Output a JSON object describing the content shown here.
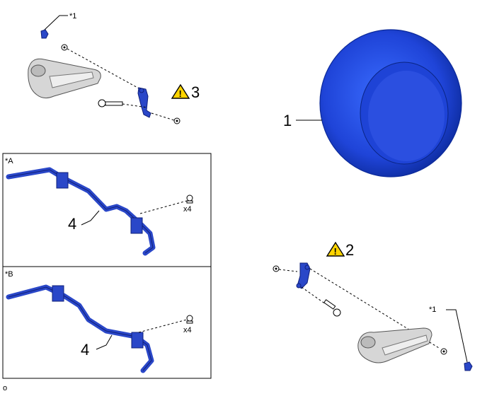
{
  "labels": {
    "tire": "1",
    "link_lower": "2",
    "link_upper": "3",
    "bar_a": "4",
    "bar_b": "4",
    "ref_top": "*1",
    "ref_bottom": "*1",
    "panel_a": "*A",
    "panel_b": "*B",
    "qty_a": "x4",
    "qty_b": "x4",
    "page_mark": "o"
  },
  "colors": {
    "part_blue": "#2a47c8",
    "tire_blue": "#2a55e8",
    "caution_yellow": "#ffd400"
  },
  "icons": [
    "caution-triangle-icon",
    "caution-triangle-icon"
  ]
}
